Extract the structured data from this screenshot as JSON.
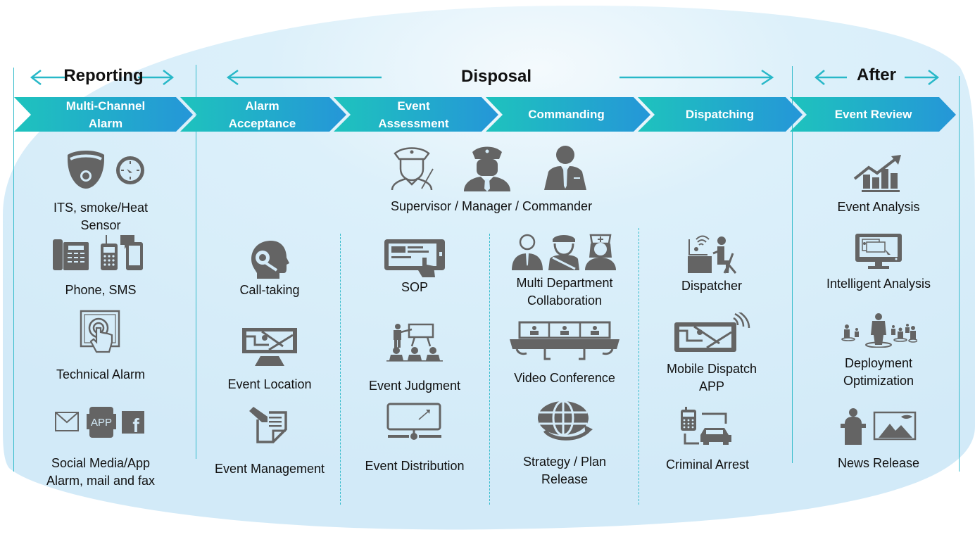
{
  "phases": {
    "reporting": "Reporting",
    "disposal": "Disposal",
    "after": "After"
  },
  "steps": [
    {
      "line1": "Multi-Channel",
      "line2": "Alarm"
    },
    {
      "line1": "Alarm",
      "line2": "Acceptance"
    },
    {
      "line1": "Event",
      "line2": "Assessment"
    },
    {
      "line1": "Commanding",
      "line2": ""
    },
    {
      "line1": "Dispatching",
      "line2": ""
    },
    {
      "line1": "Event Review",
      "line2": ""
    }
  ],
  "reporting_items": [
    {
      "label": "ITS, smoke/Heat",
      "label2": "Sensor",
      "icons": [
        "dome-camera-icon",
        "smoke-sensor-icon"
      ]
    },
    {
      "label": "Phone, SMS",
      "icons": [
        "desk-phone-icon",
        "mobile-phone-icon",
        "smartphone-sms-icon"
      ]
    },
    {
      "label": "Technical Alarm",
      "icons": [
        "touch-alarm-panel-icon"
      ]
    },
    {
      "label": "Social Media/App",
      "label2": "Alarm, mail and fax",
      "icons": [
        "mail-icon",
        "app-icon",
        "facebook-icon"
      ],
      "app_text": "APP",
      "fb_text": "f"
    }
  ],
  "supervisors": {
    "label": "Supervisor / Manager / Commander",
    "icons": [
      "supervisor-icon",
      "manager-icon",
      "commander-icon"
    ]
  },
  "acceptance_items": [
    {
      "label": "Call-taking"
    },
    {
      "label": "Event Location"
    },
    {
      "label": "Event Management"
    }
  ],
  "assessment_items": [
    {
      "label": "SOP"
    },
    {
      "label": "Event Judgment"
    },
    {
      "label": "Event Distribution"
    }
  ],
  "commanding_items": [
    {
      "label": "Multi Department",
      "label2": "Collaboration"
    },
    {
      "label": "Video Conference"
    },
    {
      "label": "Strategy / Plan",
      "label2": "Release"
    }
  ],
  "dispatching_items": [
    {
      "label": "Dispatcher"
    },
    {
      "label": "Mobile Dispatch",
      "label2": "APP"
    },
    {
      "label": "Criminal Arrest"
    }
  ],
  "review_items": [
    {
      "label": "Event Analysis"
    },
    {
      "label": "Intelligent Analysis"
    },
    {
      "label": "Deployment",
      "label2": "Optimization"
    },
    {
      "label": "News Release"
    }
  ],
  "colors": {
    "chevron_start": "#1ec3bd",
    "chevron_end": "#2596d8",
    "background": "#d4ebf8",
    "divider": "#35bccc",
    "icon": "#646464"
  }
}
